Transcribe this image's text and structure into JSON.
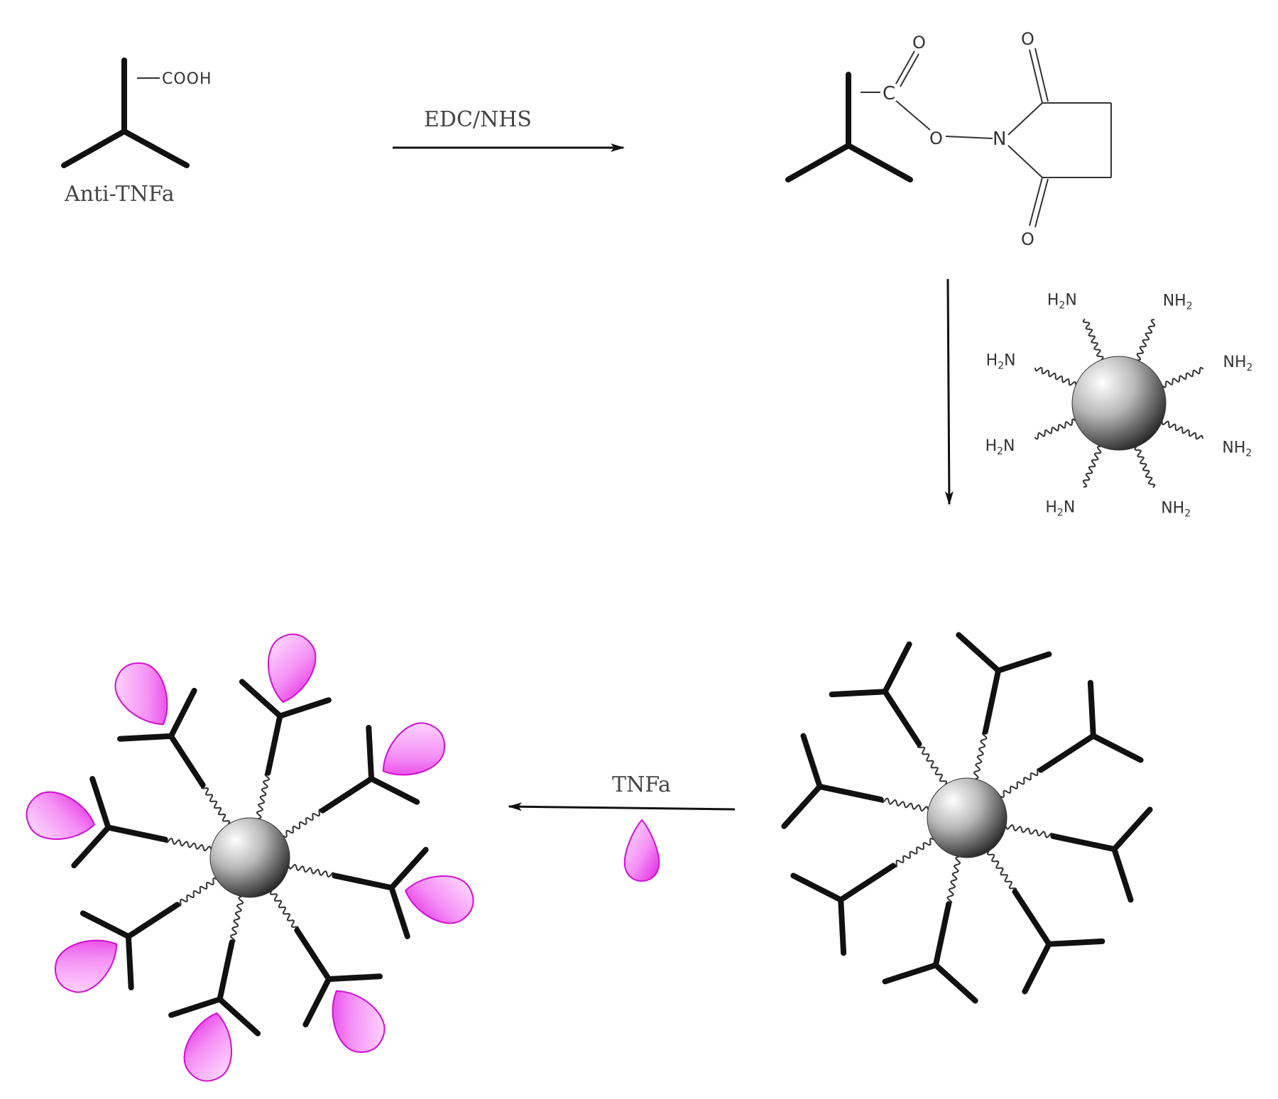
{
  "labels": {
    "antibody_name": "Anti-TNFa",
    "carboxyl_group": "COOH",
    "activation_reagent": "EDC/NHS",
    "target_antigen": "TNFa",
    "ester_carbonyl_o": "O",
    "ester_c": "C",
    "ester_o": "O",
    "succinimide_n": "N",
    "succinimide_o_top": "O",
    "succinimide_o_bottom": "O",
    "amine_left_base": "H",
    "amine_left_sub": "2",
    "amine_left_tail": "N",
    "amine_right_base": "NH",
    "amine_right_sub": "2"
  },
  "colors": {
    "line": "#111111",
    "antigen_fill_light": "#ffd7ff",
    "antigen_fill_dark": "#e620e6",
    "antigen_stroke": "#d010d0",
    "particle_light": "#ffffff",
    "particle_dark": "#2a2a2a",
    "text": "#333333"
  },
  "steps": [
    {
      "from": "antibody",
      "to": "nhs-ester",
      "reagent": "EDC/NHS"
    },
    {
      "from": "nhs-ester",
      "to": "antibody-conjugated-particle",
      "reagent": "amine-functionalized-particle"
    },
    {
      "from": "antibody-conjugated-particle",
      "to": "antigen-bound-particle",
      "reagent": "TNFa"
    }
  ],
  "amine_particle_groups": 8,
  "conjugated_particle_antibodies": 8,
  "bound_particle_antibodies": 8
}
